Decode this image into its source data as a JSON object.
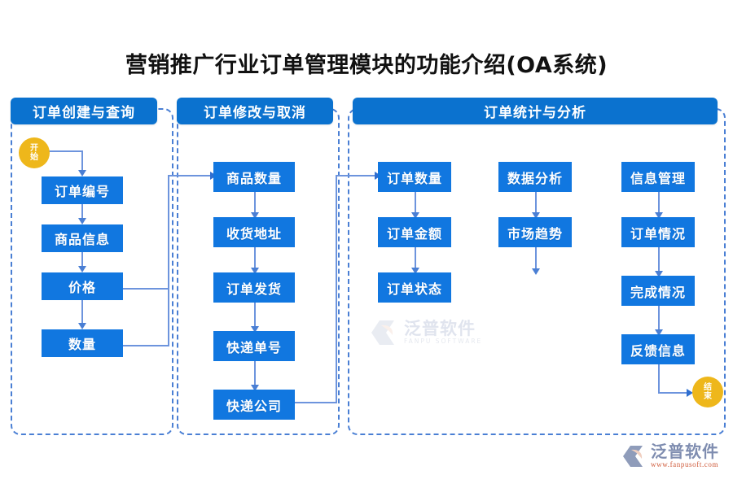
{
  "title": "营销推广行业订单管理模块的功能介绍(OA系统)",
  "colors": {
    "node": "#1177e0",
    "header": "#0b72cf",
    "terminator": "#eeb71b",
    "connector": "#6d94dd",
    "panel_border": "#4a7fd4",
    "background": "#ffffff",
    "title_text": "#111111"
  },
  "panels": [
    {
      "id": "create-query",
      "header": "订单创建与查询"
    },
    {
      "id": "modify-cancel",
      "header": "订单修改与取消"
    },
    {
      "id": "stats-analysis",
      "header": "订单统计与分析"
    }
  ],
  "terminators": {
    "start": {
      "line1": "开",
      "line2": "始"
    },
    "end": {
      "line1": "结",
      "line2": "束"
    }
  },
  "columns": [
    {
      "id": "col-create",
      "nodes": [
        "订单编号",
        "商品信息",
        "价格",
        "数量"
      ]
    },
    {
      "id": "col-modify",
      "nodes": [
        "商品数量",
        "收货地址",
        "订单发货",
        "快递单号",
        "快递公司"
      ]
    },
    {
      "id": "col-order",
      "nodes": [
        "订单数量",
        "订单金额",
        "订单状态"
      ]
    },
    {
      "id": "col-data",
      "nodes": [
        "数据分析",
        "市场趋势"
      ]
    },
    {
      "id": "col-info",
      "nodes": [
        "信息管理",
        "订单情况",
        "完成情况",
        "反馈信息"
      ]
    }
  ],
  "watermark": {
    "cn": "泛普软件",
    "en": "FANPU SOFTWARE"
  },
  "logo": {
    "cn": "泛普软件",
    "url": "www.fanpusoft.com"
  }
}
